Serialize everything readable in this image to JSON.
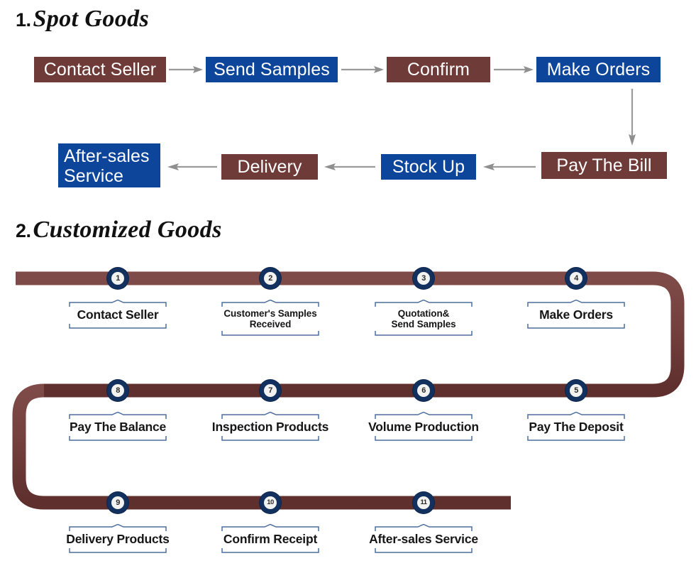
{
  "colors": {
    "brown": "#6f3b38",
    "blue": "#0c4599",
    "timeline_bar": "#73403d",
    "marker_ring": "#12315f",
    "bracket": "#4c6d9b",
    "arrow": "#9a9a9a",
    "text_dark": "#161616",
    "background": "#ffffff"
  },
  "sections": [
    {
      "number": "1.",
      "title": "Spot Goods"
    },
    {
      "number": "2.",
      "title": "Customized Goods"
    }
  ],
  "spot_goods_flow": {
    "row1": [
      {
        "label": "Contact Seller",
        "color": "brown"
      },
      {
        "label": "Send Samples",
        "color": "blue"
      },
      {
        "label": "Confirm",
        "color": "brown"
      },
      {
        "label": "Make Orders",
        "color": "blue"
      }
    ],
    "row2": [
      {
        "label": "After-sales\nService",
        "color": "blue"
      },
      {
        "label": "Delivery",
        "color": "brown"
      },
      {
        "label": "Stock Up",
        "color": "blue"
      },
      {
        "label": "Pay The Bill",
        "color": "brown"
      }
    ],
    "arrow_directions": {
      "row1": "right",
      "row2": "left",
      "connector": "down"
    }
  },
  "customized_goods_timeline": {
    "steps": [
      {
        "number": "1",
        "label": "Contact Seller",
        "size": "big"
      },
      {
        "number": "2",
        "label": "Customer's Samples\nReceived",
        "size": "small"
      },
      {
        "number": "3",
        "label": "Quotation&\nSend Samples",
        "size": "small"
      },
      {
        "number": "4",
        "label": "Make Orders",
        "size": "big"
      },
      {
        "number": "5",
        "label": "Pay The Deposit",
        "size": "big"
      },
      {
        "number": "6",
        "label": "Volume Production",
        "size": "big"
      },
      {
        "number": "7",
        "label": "Inspection Products",
        "size": "big"
      },
      {
        "number": "8",
        "label": "Pay The Balance",
        "size": "big"
      },
      {
        "number": "9",
        "label": "Delivery Products",
        "size": "big"
      },
      {
        "number": "10",
        "label": "Confirm Receipt",
        "size": "big"
      },
      {
        "number": "11",
        "label": "After-sales Service",
        "size": "big"
      }
    ],
    "row_flow": [
      "left-to-right",
      "right-to-left",
      "left-to-right"
    ]
  },
  "chart_data": {
    "type": "diagram",
    "title": "Order Process Flowcharts",
    "diagrams": [
      {
        "name": "Spot Goods",
        "kind": "linear-flowchart",
        "nodes": [
          "Contact Seller",
          "Send Samples",
          "Confirm",
          "Make Orders",
          "Pay The Bill",
          "Stock Up",
          "Delivery",
          "After-sales Service"
        ],
        "node_colors": [
          "brown",
          "blue",
          "brown",
          "blue",
          "brown",
          "blue",
          "brown",
          "blue"
        ],
        "edges": [
          [
            0,
            1
          ],
          [
            1,
            2
          ],
          [
            2,
            3
          ],
          [
            3,
            4
          ],
          [
            4,
            5
          ],
          [
            5,
            6
          ],
          [
            6,
            7
          ]
        ]
      },
      {
        "name": "Customized Goods",
        "kind": "serpentine-timeline",
        "nodes": [
          "Contact Seller",
          "Customer's Samples Received",
          "Quotation& Send Samples",
          "Make Orders",
          "Pay The Deposit",
          "Volume Production",
          "Inspection Products",
          "Pay The Balance",
          "Delivery Products",
          "Confirm Receipt",
          "After-sales Service"
        ],
        "marker_numbers": [
          "1",
          "2",
          "3",
          "4",
          "5",
          "6",
          "7",
          "8",
          "9",
          "10",
          "11"
        ],
        "rows": 3
      }
    ]
  }
}
